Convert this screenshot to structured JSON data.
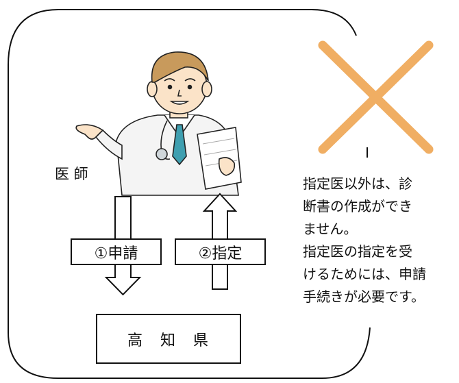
{
  "diagram": {
    "doctor_label": "医 師",
    "step1_label": "①申請",
    "step2_label": "②指定",
    "prefecture_label": "高　知　県",
    "note_lines": [
      "指定医以外は、診",
      "断書の作成ができ",
      "ません。",
      "指定医の指定を受",
      "けるためには、申請",
      "手続きが必要です。"
    ],
    "colors": {
      "cross": "#f0ae63",
      "coat": "#f4f4f4",
      "tie": "#3f9fb0",
      "hair": "#c89a5c",
      "line": "#111111"
    },
    "icons": {
      "doctor": "doctor-illustration",
      "cross": "cross-mark-icon",
      "arrow_down": "arrow-down-icon",
      "arrow_up": "arrow-up-icon"
    }
  }
}
